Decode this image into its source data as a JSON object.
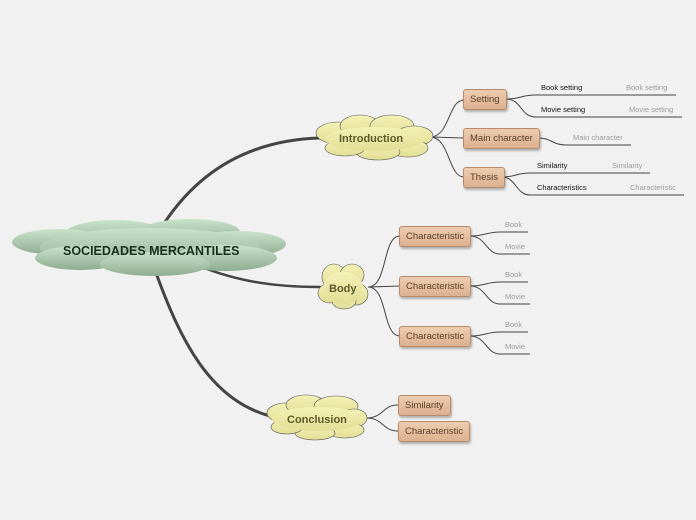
{
  "root": {
    "label": "SOCIEDADES MERCANTILES"
  },
  "main": {
    "introduction": {
      "label": "Introduction",
      "setting": {
        "label": "Setting",
        "book": "Book setting",
        "book_note": "Book setting",
        "movie": "Movie setting",
        "movie_note": "Movie setting"
      },
      "main_character": {
        "label": "Main character",
        "note": "Main character"
      },
      "thesis": {
        "label": "Thesis",
        "similarity": "Similarity",
        "similarity_note": "Similarity",
        "characteristics": "Characteristics",
        "characteristics_note": "Characteristic"
      }
    },
    "body": {
      "label": "Body",
      "items": [
        {
          "label": "Characteristic",
          "book": "Book",
          "movie": "Movie"
        },
        {
          "label": "Characteristic",
          "book": "Book",
          "movie": "Movie"
        },
        {
          "label": "Characteristic",
          "book": "Book",
          "movie": "Movie"
        }
      ]
    },
    "conclusion": {
      "label": "Conclusion",
      "items": [
        {
          "label": "Similarity"
        },
        {
          "label": "Characteristic"
        }
      ]
    }
  },
  "colors": {
    "background": "#f1f1f1",
    "root_cloud": "#a9c4a9",
    "topic_cloud": "#ece9a6",
    "subtopic_box": "#e6c0a0",
    "connector": "#444444"
  }
}
